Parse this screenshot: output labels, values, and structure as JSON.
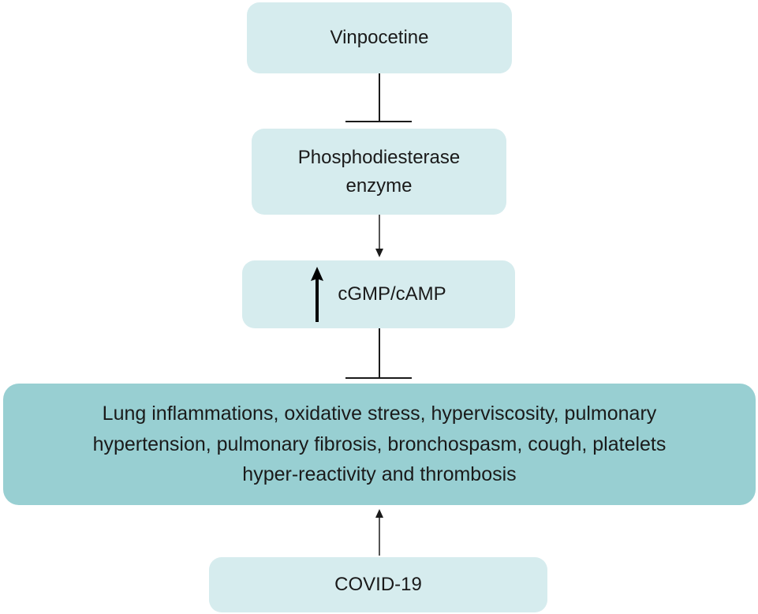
{
  "nodes": {
    "vinpocetine": {
      "label": "Vinpocetine"
    },
    "pde": {
      "lines": [
        "Phosphodiesterase",
        "enzyme"
      ]
    },
    "cyclic": {
      "label": "cGMP/cAMP",
      "indicator": "up-arrow-icon"
    },
    "effects": {
      "lines": [
        "Lung inflammations, oxidative stress, hyperviscosity, pulmonary",
        "hypertension, pulmonary fibrosis, bronchospasm, cough, platelets",
        "hyper-reactivity and thrombosis"
      ]
    },
    "covid": {
      "label": "COVID-19"
    }
  },
  "edges": [
    {
      "from": "vinpocetine",
      "to": "pde",
      "type": "inhibit"
    },
    {
      "from": "pde",
      "to": "cyclic",
      "type": "activate"
    },
    {
      "from": "cyclic",
      "to": "effects",
      "type": "inhibit"
    },
    {
      "from": "covid",
      "to": "effects",
      "type": "activate"
    }
  ],
  "colors": {
    "box_fill": "#d6ecee",
    "main_box_fill": "#98cfd2",
    "line": "#1a1a1a"
  }
}
